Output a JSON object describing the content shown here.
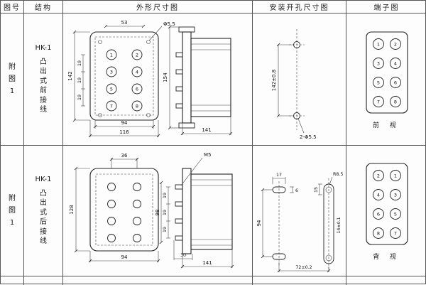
{
  "header": {
    "cols": [
      "图号",
      "结构",
      "外形尺寸图",
      "安装开孔尺寸图",
      "端子图"
    ]
  },
  "rows": [
    {
      "fig_no": [
        "附",
        "图",
        "1"
      ],
      "structure": {
        "model": "HK-1",
        "chars": [
          "凸",
          "出",
          "式",
          "前",
          "接",
          "线"
        ]
      },
      "outline": {
        "dim_top": "53",
        "hole": "Φ5.5",
        "height": "142",
        "seg": "19",
        "inner_w": "94",
        "outer_w": "116",
        "side_h": "154",
        "side_d": "141"
      },
      "install": {
        "spacing": "142±0.8",
        "holes": "2-Φ5.5"
      },
      "terminal": {
        "numbers": [
          "1",
          "2",
          "3",
          "4",
          "5",
          "6",
          "7",
          "8"
        ],
        "view": "前 视"
      }
    },
    {
      "fig_no": [
        "附",
        "图",
        "1"
      ],
      "structure": {
        "model": "HK-1",
        "chars": [
          "凸",
          "出",
          "式",
          "后",
          "接",
          "线"
        ]
      },
      "outline": {
        "dim_top": "36",
        "height": "128",
        "bottom_w": "94",
        "screw": "M5",
        "seg_total": "98",
        "seg": "19",
        "block_d": "30",
        "side_d": "141"
      },
      "install": {
        "a": "17",
        "b": "6",
        "c": "15",
        "r": "R8.5",
        "h": "94",
        "slot": "14±0.1",
        "w": "72±0.2"
      },
      "terminal": {
        "numbers": [
          "2",
          "1",
          "4",
          "3",
          "6",
          "5",
          "8",
          "7"
        ],
        "view": "背 视"
      }
    }
  ]
}
